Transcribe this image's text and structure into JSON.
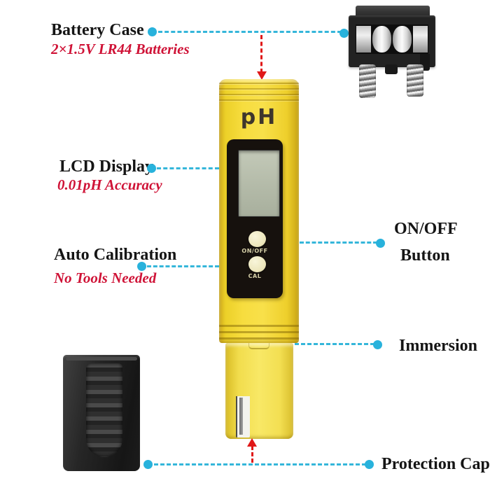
{
  "colors": {
    "connector_cyan": "#35b6da",
    "connector_dot_cyan": "#28b2dc",
    "arrow_red": "#e01818",
    "note_red": "#cf1236",
    "label_black": "#151515",
    "meter_body_yellow": "#f7dd3f",
    "meter_cap_yellow": "#f8e866",
    "panel_black": "#16110d",
    "lcd_green_gray": "#b8bfae"
  },
  "callouts": {
    "battery_case": {
      "label": "Battery Case",
      "note": "2×1.5V LR44 Batteries"
    },
    "lcd_display": {
      "label": "LCD Display",
      "note": "0.01pH Accuracy"
    },
    "auto_calibration": {
      "label": "Auto Calibration",
      "note": "No Tools Needed"
    },
    "on_off_button": {
      "line1": "ON/OFF",
      "line2": "Button"
    },
    "immersion": {
      "label": "Immersion"
    },
    "protection_cap": {
      "label": "Protection Cap"
    }
  },
  "device": {
    "brand_text": "pH",
    "onoff_button_label": "ON/OFF",
    "cal_button_label": "CAL"
  }
}
